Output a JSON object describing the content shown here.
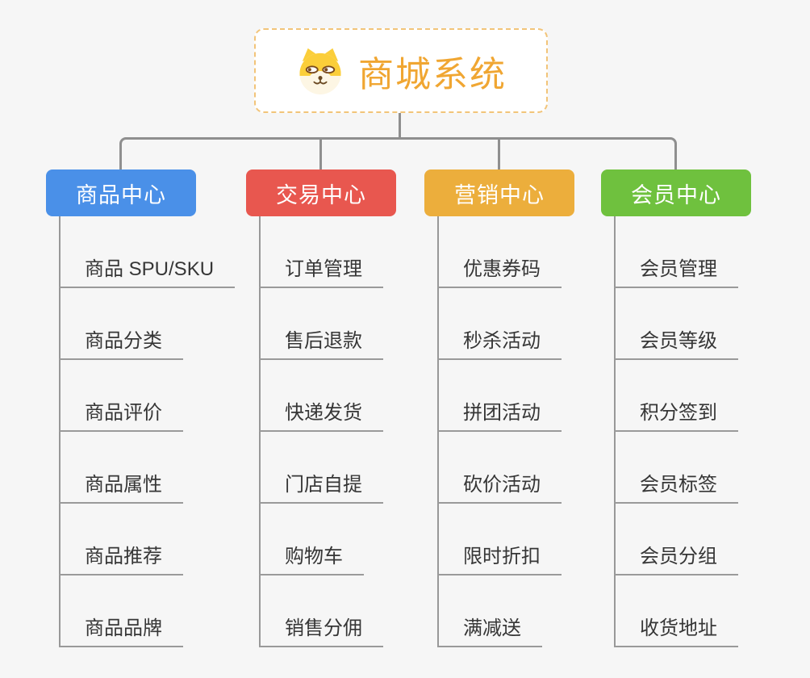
{
  "root": {
    "title": "商城系统",
    "icon": "dog-face-icon",
    "accent_color": "#F0A632",
    "border_color": "#F2C479"
  },
  "colors": {
    "background": "#F6F6F6",
    "connector": "#8F8F8F",
    "leaf_underline": "#9A9A9A",
    "leaf_text": "#363636"
  },
  "branches": [
    {
      "title": "商品中心",
      "color": "#4A90E8",
      "items": [
        "商品 SPU/SKU",
        "商品分类",
        "商品评价",
        "商品属性",
        "商品推荐",
        "商品品牌"
      ]
    },
    {
      "title": "交易中心",
      "color": "#E8574F",
      "items": [
        "订单管理",
        "售后退款",
        "快递发货",
        "门店自提",
        "购物车",
        "销售分佣"
      ]
    },
    {
      "title": "营销中心",
      "color": "#ECAE3C",
      "items": [
        "优惠券码",
        "秒杀活动",
        "拼团活动",
        "砍价活动",
        "限时折扣",
        "满减送"
      ]
    },
    {
      "title": "会员中心",
      "color": "#6FC13E",
      "items": [
        "会员管理",
        "会员等级",
        "积分签到",
        "会员标签",
        "会员分组",
        "收货地址"
      ]
    }
  ]
}
